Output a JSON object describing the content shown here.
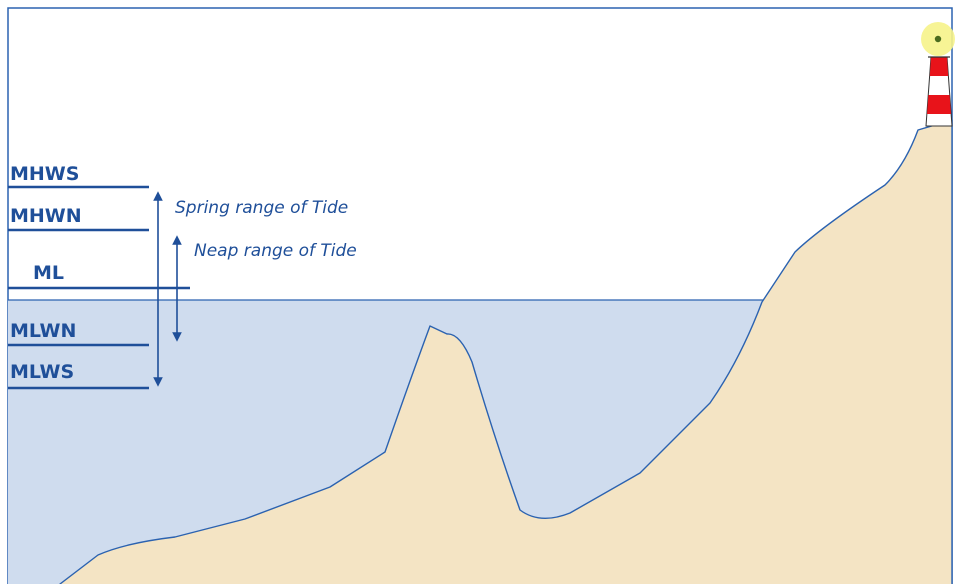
{
  "diagram": {
    "levels": [
      {
        "id": "mhws",
        "label": "MHWS"
      },
      {
        "id": "mhwn",
        "label": "MHWN"
      },
      {
        "id": "ml",
        "label": "ML"
      },
      {
        "id": "mlwn",
        "label": "MLWN"
      },
      {
        "id": "mlws",
        "label": "MLWS"
      }
    ],
    "ranges": {
      "spring": "Spring range of Tide",
      "neap": "Neap range of Tide"
    },
    "colors": {
      "water": "#cfdcee",
      "land": "#f4e4c4",
      "outline": "#2b62b0",
      "label": "#1f4f99",
      "lighthouse_red": "#e8131a",
      "lamp_glow": "#f6f38a"
    }
  }
}
